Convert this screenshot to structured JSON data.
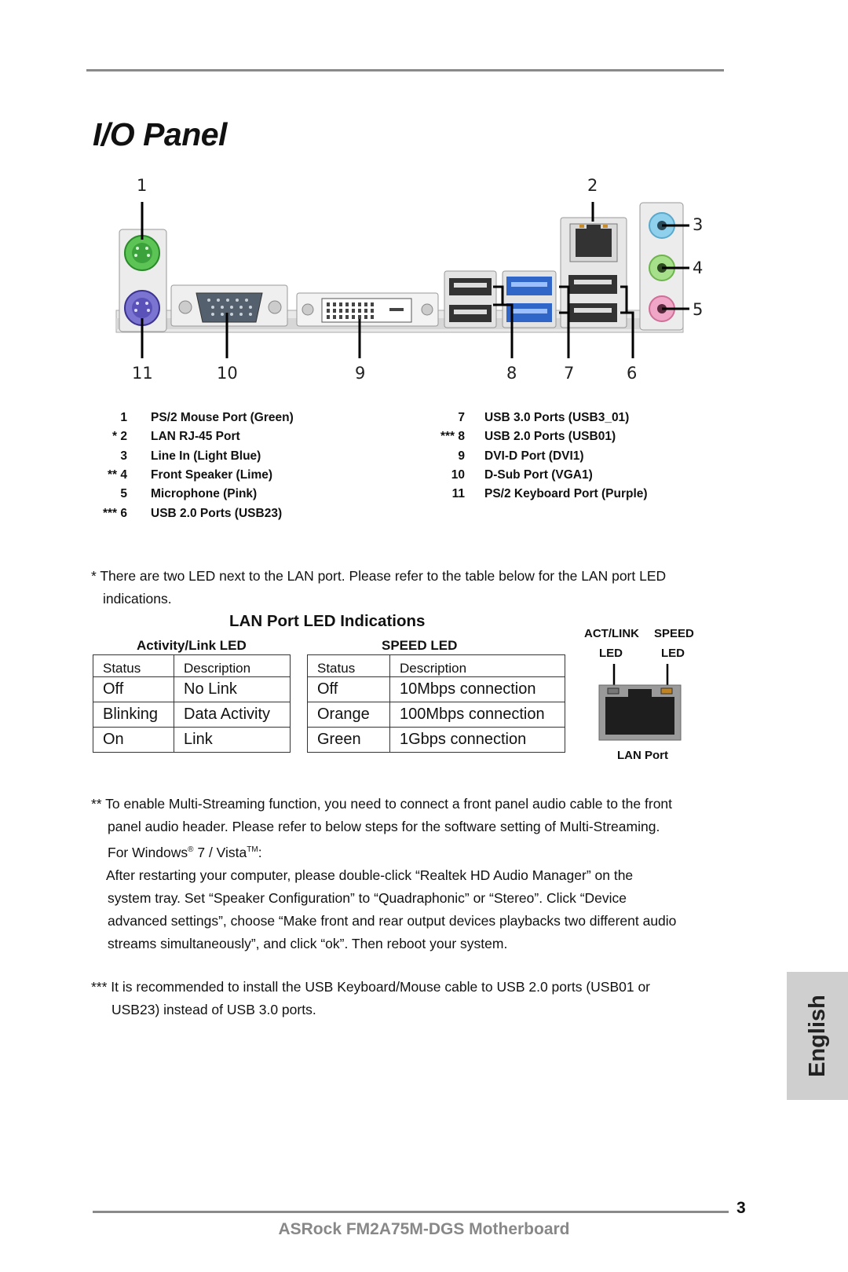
{
  "header": {
    "title": "I/O Panel"
  },
  "diagram": {
    "callouts": [
      "1",
      "2",
      "3",
      "4",
      "5",
      "6",
      "7",
      "8",
      "9",
      "10",
      "11"
    ]
  },
  "legend": {
    "left": [
      {
        "prefix": "",
        "num": "1",
        "label": "PS/2  Mouse  Port  (Green)"
      },
      {
        "prefix": "* ",
        "num": "2",
        "label": "LAN  RJ-45  Port"
      },
      {
        "prefix": "",
        "num": "3",
        "label": "Line  In  (Light  Blue)"
      },
      {
        "prefix": "** ",
        "num": "4",
        "label": "Front  Speaker  (Lime)"
      },
      {
        "prefix": "",
        "num": "5",
        "label": "Microphone  (Pink)"
      },
      {
        "prefix": "*** ",
        "num": "6",
        "label": "USB 2.0  Ports  (USB23)"
      }
    ],
    "right": [
      {
        "prefix": "",
        "num": "7",
        "label": "USB 3.0  Ports  (USB3_01)"
      },
      {
        "prefix": "*** ",
        "num": "8",
        "label": "USB 2.0  Ports  (USB01)"
      },
      {
        "prefix": "",
        "num": "9",
        "label": "DVI-D  Port  (DVI1)"
      },
      {
        "prefix": "",
        "num": "10",
        "label": "D-Sub  Port  (VGA1)"
      },
      {
        "prefix": "",
        "num": "11",
        "label": "PS/2  Keyboard  Port  (Purple)"
      }
    ]
  },
  "note1": {
    "line1": "* There are two LED next to the LAN port. Please refer to the table below for the LAN port LED",
    "line2": "indications."
  },
  "led_section": {
    "title": "LAN Port LED Indications",
    "activity": {
      "heading": "Activity/Link LED",
      "col1": "Status",
      "col2": "Description",
      "rows": [
        [
          "Off",
          "No Link"
        ],
        [
          "Blinking",
          "Data Activity"
        ],
        [
          "On",
          "Link"
        ]
      ]
    },
    "speed": {
      "heading": "SPEED LED",
      "col1": "Status",
      "col2": "Description",
      "rows": [
        [
          "Off",
          "10Mbps connection"
        ],
        [
          "Orange",
          "100Mbps connection"
        ],
        [
          "Green",
          "1Gbps connection"
        ]
      ]
    },
    "lan_diagram": {
      "act_label_1": "ACT/LINK",
      "act_label_2": "LED",
      "speed_label_1": "SPEED",
      "speed_label_2": "LED",
      "caption": "LAN Port"
    }
  },
  "note2": {
    "line1": "** To enable Multi-Streaming function, you need to connect a front panel audio cable to the front",
    "line2": "panel audio header. Please refer to below steps for the software setting of Multi-Streaming.",
    "line3_a": "For Windows",
    "line3_reg": "®",
    "line3_b": " 7 / Vista",
    "line3_tm": "TM",
    "line3_c": ":",
    "para_1": "After restarting your computer, please double-click “Realtek HD Audio Manager” on the",
    "para_2": "system tray. Set “Speaker Configuration” to “Quadraphonic” or “Stereo”. Click “Device",
    "para_3": "advanced settings”, choose “Make front and rear output devices playbacks two different audio",
    "para_4": "streams simultaneously”, and click “ok”. Then reboot your system."
  },
  "note3": {
    "line1": "*** It is recommended to install the USB Keyboard/Mouse cable to USB 2.0 ports (USB01 or",
    "line2": "USB23) instead of USB 3.0 ports."
  },
  "side_tab": {
    "label": "English"
  },
  "footer": {
    "page_number": "3",
    "text": "ASRock  FM2A75M-DGS  Motherboard"
  }
}
